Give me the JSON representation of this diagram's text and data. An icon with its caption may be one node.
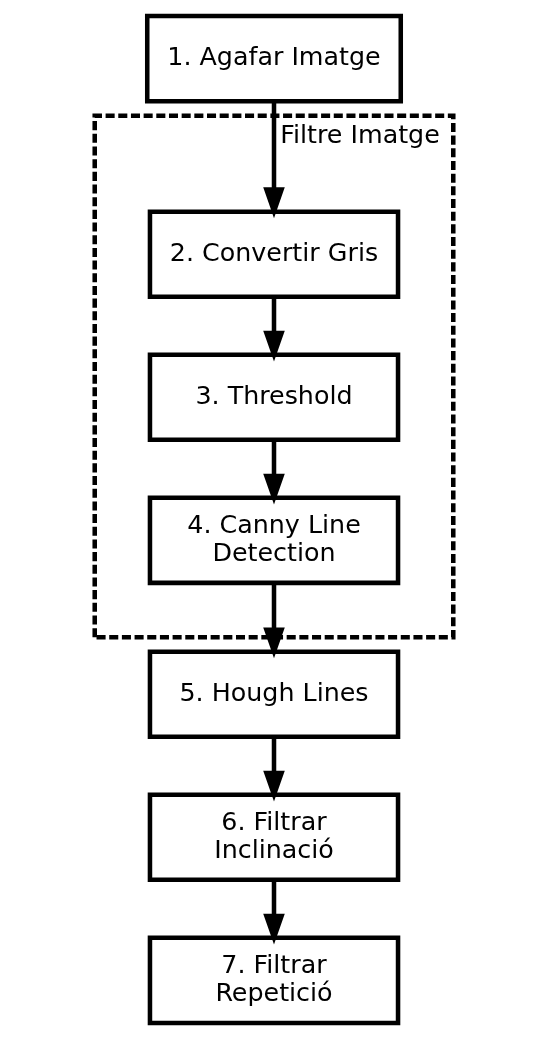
{
  "diagram": {
    "nodes": [
      {
        "text": [
          "1. Agafar Imatge"
        ]
      },
      {
        "text": [
          "Filtre Imatge"
        ]
      },
      {
        "text": [
          "2. Convertir Gris"
        ],
        "in": 1
      },
      {
        "text": [
          "3. Threshold"
        ],
        "in": 1
      },
      {
        "text": [
          "4. Canny Line Detection"
        ],
        "in": 1
      },
      {
        "text": [
          "5. Hough Lines"
        ]
      },
      {
        "text": [
          "6. Filtrar Inclinació"
        ]
      },
      {
        "text": [
          "7. Filtrar Repetició"
        ]
      }
    ],
    "edges": [
      {
        "from": 0,
        "to": 2,
        "arrow": "to"
      },
      {
        "from": 2,
        "to": 3,
        "arrow": "to"
      },
      {
        "from": 3,
        "to": 4,
        "arrow": "to"
      },
      {
        "from": 4,
        "to": 5,
        "arrow": "to"
      },
      {
        "from": 5,
        "to": 6,
        "arrow": "to"
      },
      {
        "from": 6,
        "to": 7,
        "arrow": "to"
      }
    ]
  }
}
